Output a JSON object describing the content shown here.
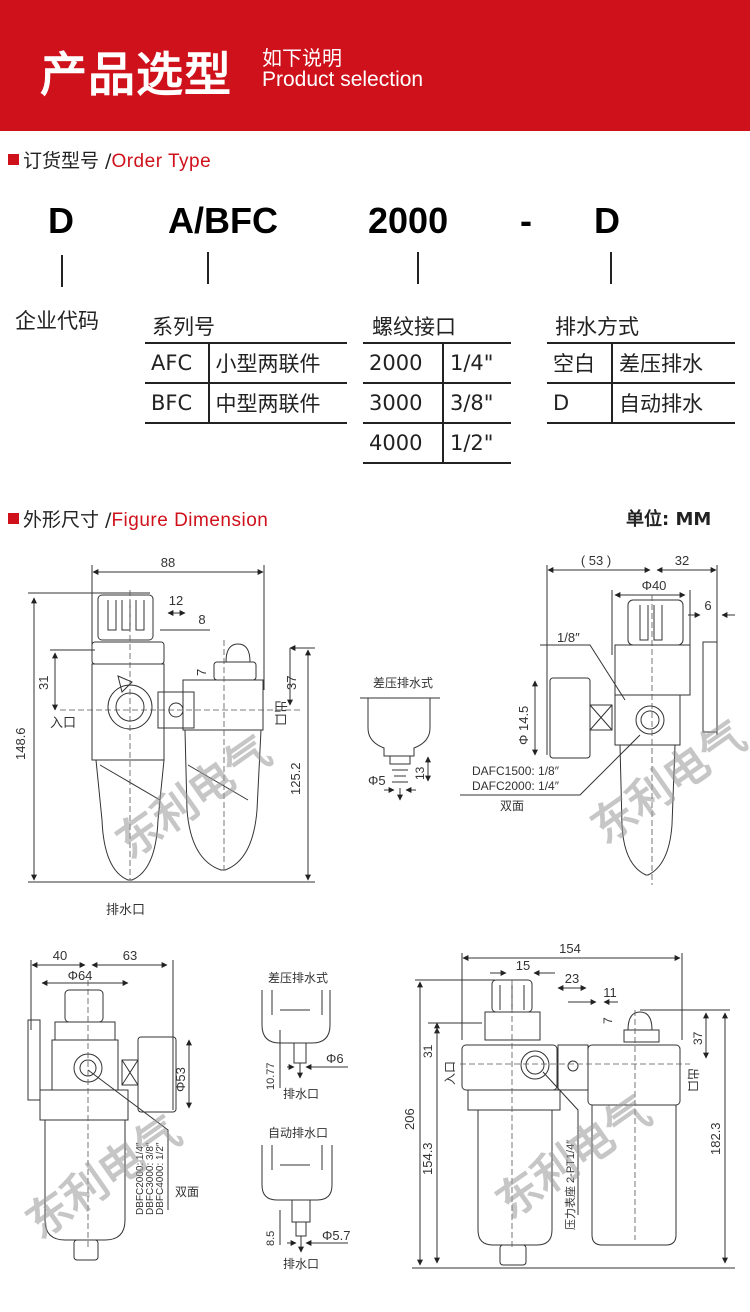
{
  "banner": {
    "title": "产品选型",
    "subtitle_cn": "如下说明",
    "subtitle_en": "Product selection",
    "background_color": "#cf111b"
  },
  "order_section": {
    "title_cn": "订货型号 /",
    "title_en": "Order Type",
    "code_parts": [
      "D",
      "A/BFC",
      "2000",
      "-",
      "D"
    ],
    "company_code_label": "企业代码",
    "series": {
      "header": "系列号",
      "rows": [
        {
          "code": "AFC",
          "desc": "小型两联件"
        },
        {
          "code": "BFC",
          "desc": "中型两联件"
        }
      ]
    },
    "thread": {
      "header": "螺纹接口",
      "rows": [
        {
          "code": "2000",
          "size": "1/4\""
        },
        {
          "code": "3000",
          "size": "3/8\""
        },
        {
          "code": "4000",
          "size": "1/2\""
        }
      ]
    },
    "drain": {
      "header": "排水方式",
      "rows": [
        {
          "code": "空白",
          "desc": "差压排水"
        },
        {
          "code": "D",
          "desc": "自动排水"
        }
      ]
    }
  },
  "dimension_section": {
    "title_cn": "外形尺寸 /",
    "title_en": "Figure Dimension",
    "unit": "单位: MM",
    "watermark": "东利电气",
    "drawing1": {
      "width": "88",
      "d12": "12",
      "d8": "8",
      "d7": "7",
      "d31": "31",
      "d37": "37",
      "height_total": "148.6",
      "height_right": "125.2",
      "inlet": "入口",
      "outlet": "出口",
      "drain": "排水口"
    },
    "drawing2": {
      "title": "差压排水式",
      "dia": "Φ5",
      "len": "13"
    },
    "drawing3": {
      "d53": "( 53 )",
      "d32": "32",
      "d40": "Φ40",
      "d6": "6",
      "port": "1/8″",
      "gauge_dia": "Φ 14.5",
      "note1": "DAFC1500: 1/8″",
      "note2": "DAFC2000: 1/4″",
      "note3": "双面"
    },
    "drawing4": {
      "d40": "40",
      "d63": "63",
      "d64": "Φ64",
      "d53": "Φ53",
      "note1": "DBFC2000: 1/4″",
      "note2": "DBFC3000: 3/8″",
      "note3": "DBFC4000: 1/2″",
      "note4": "双面"
    },
    "drawing5": {
      "title_a": "差压排水式",
      "len_a": "10.77",
      "dia_a": "Φ6",
      "drain_a": "排水口",
      "title_b": "自动排水口",
      "len_b": "8.5",
      "dia_b": "Φ5.7",
      "drain_b": "排水口"
    },
    "drawing6": {
      "width": "154",
      "d15": "15",
      "d23": "23",
      "d11": "11",
      "d7": "7",
      "d31": "31",
      "d37": "37",
      "height_total": "206",
      "height_left": "154.3",
      "height_right": "182.3",
      "inlet": "入口",
      "outlet": "出口",
      "gauge_note": "压力表座 2-PT1/4″"
    }
  }
}
